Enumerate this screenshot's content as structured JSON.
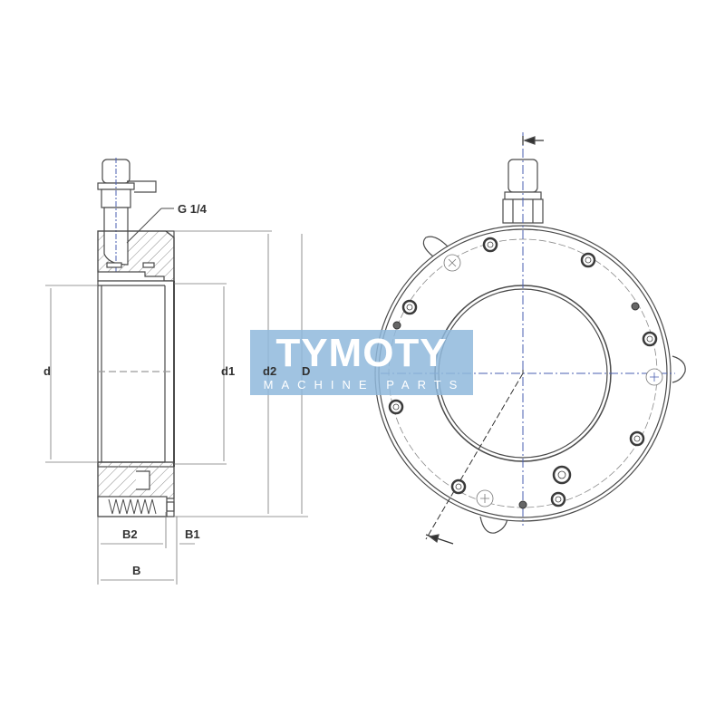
{
  "drawing": {
    "title": "Hydraulic nut technical drawing",
    "views": {
      "side_section": {
        "callout": "G 1/4",
        "dimensions": {
          "d": "d",
          "d1": "d1",
          "d2": "d2",
          "D": "D",
          "B": "B",
          "B1": "B1",
          "B2": "B2"
        }
      },
      "front_view": {
        "section_marker": "section-arrow",
        "bolt_count": 12
      }
    },
    "colors": {
      "line": "#4a4a4a",
      "centerline": "#4a5fb0",
      "hatch": "#7a7a7a",
      "watermark_bg": "#8fb8dc"
    }
  },
  "watermark": {
    "brand": "TYMOTY",
    "tagline": "MACHINE PARTS"
  }
}
